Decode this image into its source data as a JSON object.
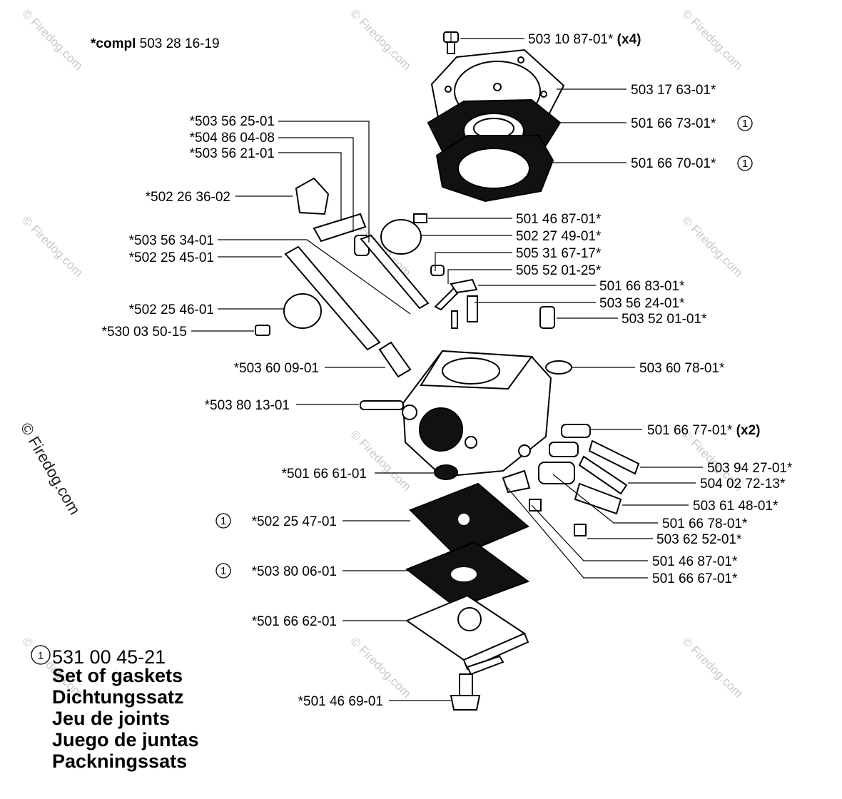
{
  "header": {
    "compl_prefix": "*compl",
    "compl_number": "503 28 16-19"
  },
  "watermark": {
    "text": "© Firedog.com",
    "side_text": "© Firedog.com"
  },
  "gasket_mark": "1",
  "callouts": {
    "c1": {
      "text": "503 10 87-01*",
      "suffix": "(x4)"
    },
    "c2": {
      "text": "503 17 63-01*"
    },
    "c3": {
      "text": "501 66 73-01*"
    },
    "c4": {
      "text": "501 66 70-01*"
    },
    "c5": {
      "text": "*503 56 25-01"
    },
    "c6": {
      "text": "*504 86 04-08"
    },
    "c7": {
      "text": "*503 56 21-01"
    },
    "c8": {
      "text": "*502 26 36-02"
    },
    "c9": {
      "text": "501 46 87-01*"
    },
    "c10": {
      "text": "502 27 49-01*"
    },
    "c11": {
      "text": "*503 56 34-01"
    },
    "c12": {
      "text": "*502 25 45-01"
    },
    "c13": {
      "text": "505 31 67-17*"
    },
    "c14": {
      "text": "505 52 01-25*"
    },
    "c15": {
      "text": "501 66 83-01*"
    },
    "c16": {
      "text": "503 56 24-01*"
    },
    "c17": {
      "text": "*502 25 46-01"
    },
    "c18": {
      "text": "*530 03 50-15"
    },
    "c19": {
      "text": "503 52 01-01*"
    },
    "c20": {
      "text": "*503 60 09-01"
    },
    "c21": {
      "text": "503 60 78-01*"
    },
    "c22": {
      "text": "*503 80 13-01"
    },
    "c23": {
      "text": "501 66 77-01*",
      "suffix": "(x2)"
    },
    "c24": {
      "text": "503 94 27-01*"
    },
    "c25": {
      "text": "*501 66 61-01"
    },
    "c26": {
      "text": "504 02 72-13*"
    },
    "c27": {
      "text": "503 61 48-01*"
    },
    "c28": {
      "text": "*502 25 47-01"
    },
    "c29": {
      "text": "501 66 78-01*"
    },
    "c30": {
      "text": "503 62 52-01*"
    },
    "c31": {
      "text": "501 46 87-01*"
    },
    "c32": {
      "text": "*503 80 06-01"
    },
    "c33": {
      "text": "501 66 67-01*"
    },
    "c34": {
      "text": "*501 66 62-01"
    },
    "c35": {
      "text": "*501 46 69-01"
    }
  },
  "legend": {
    "number": "531 00 45-21",
    "lines": [
      "Set of gaskets",
      "Dichtungssatz",
      "Jeu de joints",
      "Juego de juntas",
      "Packningssats"
    ]
  }
}
